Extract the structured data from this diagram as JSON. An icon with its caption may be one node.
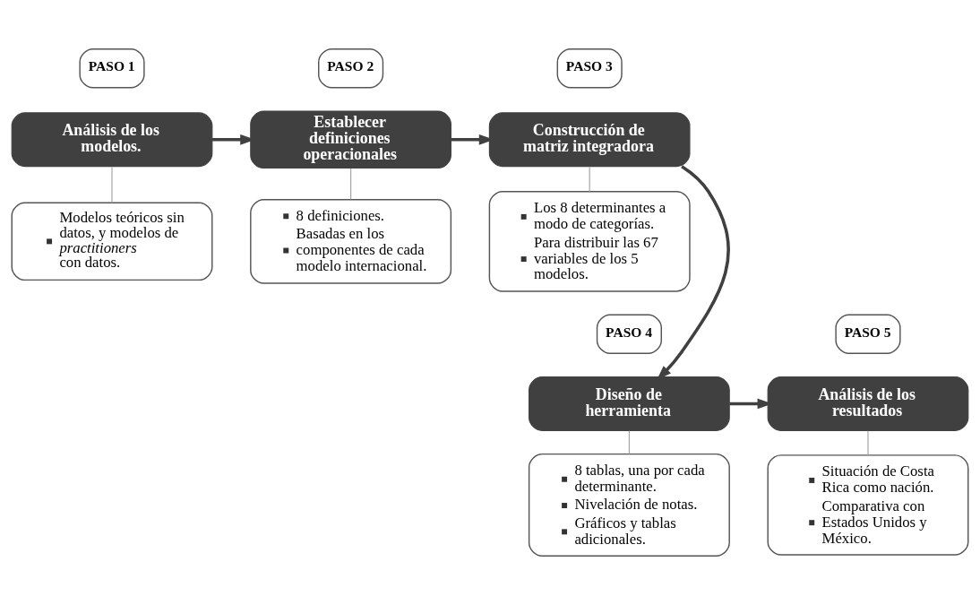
{
  "diagram": {
    "nodes": [
      {
        "text": [
          "PASO 1"
        ]
      },
      {
        "text": [
          "Análisis de los modelos."
        ]
      },
      {
        "text": [
          "Modelos teóricos sin datos, y modelos de *practitioners* con datos."
        ]
      },
      {
        "text": [
          "PASO 2"
        ]
      },
      {
        "text": [
          "Establecer definiciones operacionales"
        ]
      },
      {
        "text": [
          "8 definiciones.",
          "Basadas en los componentes de cada modelo internacional."
        ]
      },
      {
        "text": [
          "PASO 3"
        ]
      },
      {
        "text": [
          "Construcción de matriz integradora"
        ]
      },
      {
        "text": [
          "Los 8 determinantes a modo de categorías.",
          "Para distribuir las 67 variables de los 5 modelos."
        ]
      },
      {
        "text": [
          "PASO 4"
        ]
      },
      {
        "text": [
          "Diseño de herramienta"
        ]
      },
      {
        "text": [
          "8 tablas, una por cada determinante.",
          "Nivelación de notas.",
          "Gráficos y tablas adicionales."
        ]
      },
      {
        "text": [
          "PASO 5"
        ]
      },
      {
        "text": [
          "Análisis de los resultados"
        ]
      },
      {
        "text": [
          "Situación de Costa Rica como nación.",
          "Comparativa con Estados Unidos y México."
        ]
      }
    ],
    "edges": [
      {
        "from": 1,
        "to": 2,
        "arrow": "none"
      },
      {
        "from": 1,
        "to": 4,
        "arrow": "to",
        "style": "thick",
        "color": "#404040"
      },
      {
        "from": 4,
        "to": 5,
        "arrow": "none"
      },
      {
        "from": 4,
        "to": 7,
        "arrow": "to",
        "style": "thick",
        "color": "#404040"
      },
      {
        "from": 7,
        "to": 8,
        "arrow": "none"
      },
      {
        "from": 7,
        "to": 10,
        "arrow": "to",
        "style": "thick",
        "color": "#404040"
      },
      {
        "from": 10,
        "to": 11,
        "arrow": "none"
      },
      {
        "from": 10,
        "to": 13,
        "arrow": "to",
        "style": "thick",
        "color": "#404040"
      },
      {
        "from": 13,
        "to": 14,
        "arrow": "none"
      }
    ]
  }
}
